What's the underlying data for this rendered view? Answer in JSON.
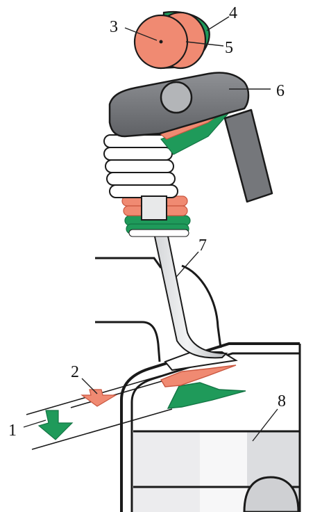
{
  "labels": {
    "l1": "1",
    "l2": "2",
    "l3": "3",
    "l4": "4",
    "l5": "5",
    "l6": "6",
    "l7": "7",
    "l8": "8"
  },
  "palette": {
    "red": "#f08a72",
    "green": "#1f9a5a",
    "grey_dark": "#6b6d70",
    "grey_mid": "#9c9ea2",
    "grey_light": "#d7d8da",
    "outline": "#2a2a2a"
  }
}
